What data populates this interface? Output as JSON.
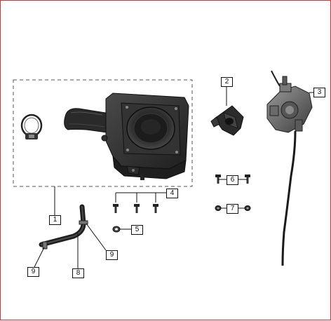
{
  "figure": {
    "border_color": "#e03131",
    "line_color": "#111111",
    "callouts": [
      {
        "id": "c1",
        "label": "1"
      },
      {
        "id": "c2",
        "label": "2"
      },
      {
        "id": "c3",
        "label": "3"
      },
      {
        "id": "c4",
        "label": "4"
      },
      {
        "id": "c5",
        "label": "5"
      },
      {
        "id": "c6",
        "label": "6"
      },
      {
        "id": "c7",
        "label": "7"
      },
      {
        "id": "c8",
        "label": "8"
      },
      {
        "id": "c9a",
        "label": "9"
      },
      {
        "id": "c9b",
        "label": "9"
      }
    ],
    "parts": [
      "hose-clamp-icon",
      "air-filter-box-icon",
      "intake-manifold-icon",
      "carburetor-icon",
      "bolt-icon",
      "washer-icon",
      "nut-icon",
      "breather-hose-icon"
    ]
  }
}
